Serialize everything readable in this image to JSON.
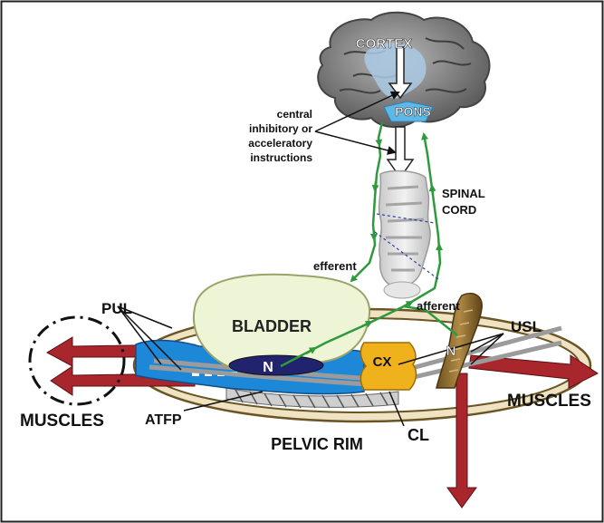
{
  "labels": {
    "cortex": "CORTEX",
    "pons": "PONS",
    "instructions": [
      "central",
      "inhibitory or",
      "acceleratory",
      "instructions"
    ],
    "spinal_cord": [
      "SPINAL",
      "CORD"
    ],
    "efferent": "efferent",
    "afferent": "afferent",
    "pul": "PUL",
    "bladder": "BLADDER",
    "n_left": "N",
    "cx": "CX",
    "n_right": "N",
    "usl": "USL",
    "muscles_left": "MUSCLES",
    "muscles_right": "MUSCLES",
    "atfp": "ATFP",
    "cl": "CL",
    "pelvic_rim": "PELVIC RIM"
  },
  "colors": {
    "arrow_red": "#a8262c",
    "nerve_green": "#2e9a3c",
    "bladder_fill": "#eef4d6",
    "tissue_blue": "#1e88d8",
    "nucleus_navy": "#22236e",
    "cx_yellow": "#f0b21c",
    "ligament_brown": "#8a6a2e",
    "rim_tan": "#efe3c4",
    "brain_gray": "#8a8a8a"
  }
}
